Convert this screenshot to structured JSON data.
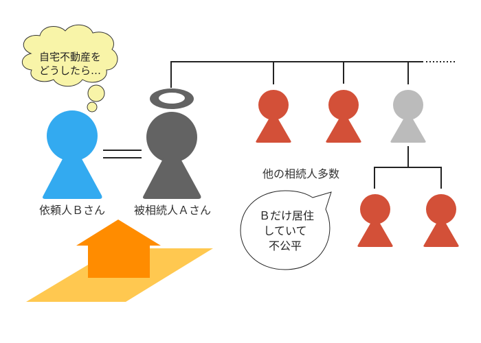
{
  "thought_bubble": {
    "line1": "自宅不動産を",
    "line2": "どうしたら…"
  },
  "labels": {
    "client": "依頼人Ｂさん",
    "decedent": "被相続人Ａさん",
    "other_heirs": "他の相続人多数"
  },
  "speech_bubble": {
    "line1": "Ｂだけ居住",
    "line2": "していて",
    "line3": "不公平"
  },
  "colors": {
    "client": "#33aaf0",
    "decedent": "#636363",
    "heir": "#d35038",
    "deceased_heir": "#bbbbbb",
    "house": "#ff8c00",
    "land": "#ffc850",
    "thought": "#f8f4a8"
  }
}
